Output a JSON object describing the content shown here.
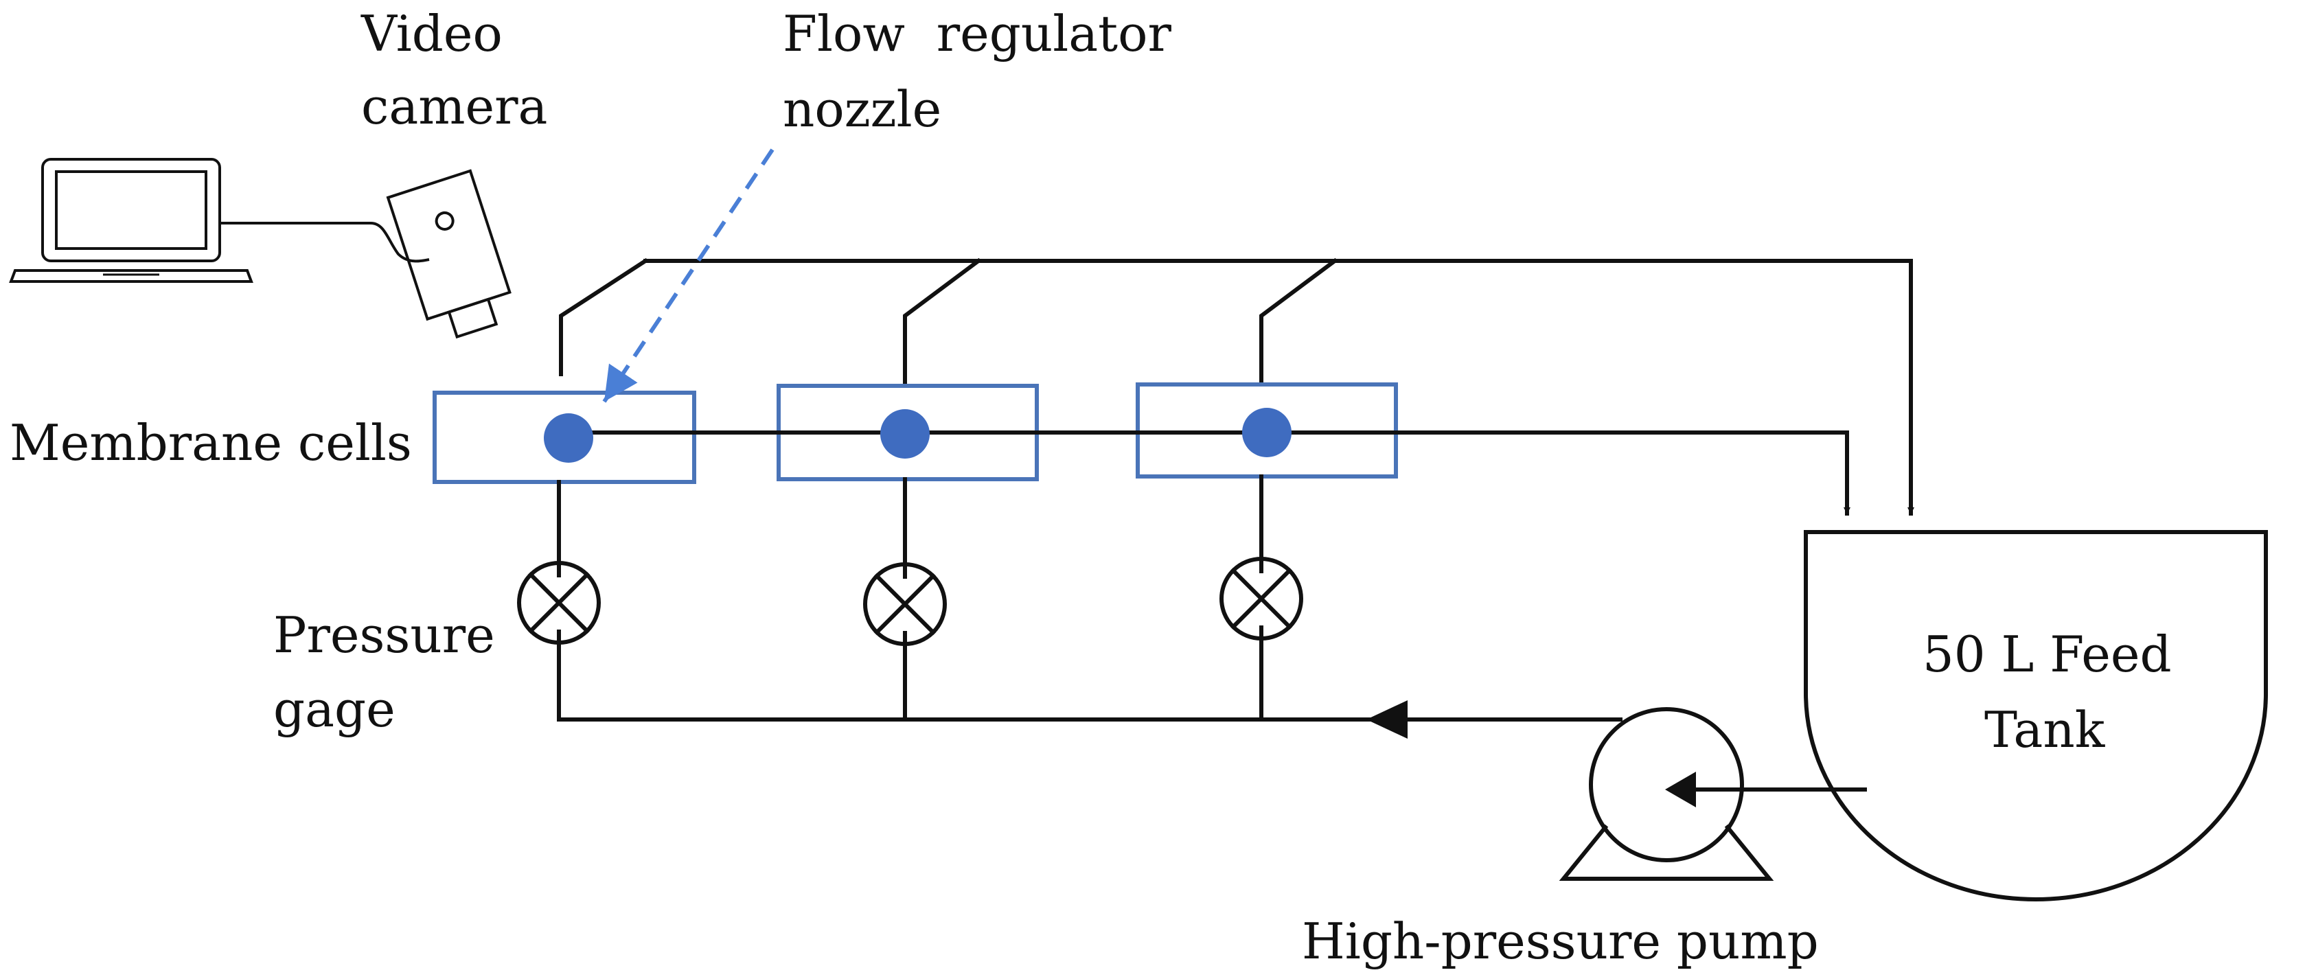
{
  "labels": {
    "video_camera_line1": "Video",
    "video_camera_line2": "camera",
    "flow_regulator_line1": "Flow  regulator",
    "flow_regulator_line2": "nozzle",
    "membrane_cells": "Membrane cells",
    "pressure_gage_line1": "Pressure",
    "pressure_gage_line2": "gage",
    "feed_tank_line1": "50 L Feed",
    "feed_tank_line2": "Tank",
    "pump": "High-pressure pump"
  },
  "colors": {
    "line": "#111111",
    "membrane_cell": "#4a74b8",
    "nozzle": "#3f6cc0",
    "pointer": "#4a7fd6"
  },
  "icons": [
    "laptop-icon",
    "video-camera-icon",
    "pressure-gage-icon",
    "pump-icon",
    "feed-tank-icon"
  ]
}
